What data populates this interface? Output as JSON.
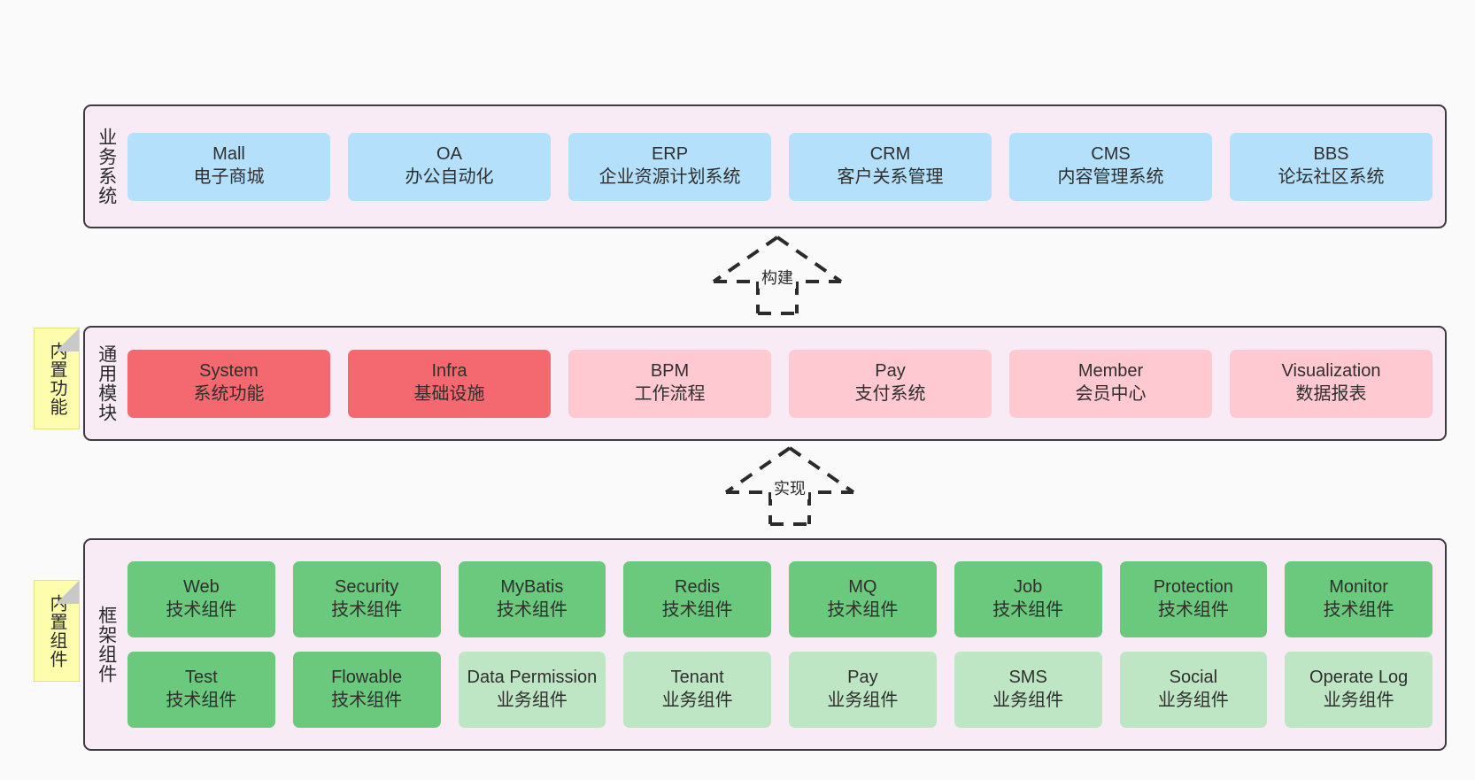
{
  "diagram": {
    "background_color": "#fafafa",
    "band_background": "#f8ebf5",
    "band_border": "#3d3a40"
  },
  "bands": [
    {
      "id": "business-systems",
      "label": "业务系统",
      "rows": [
        {
          "cards": [
            {
              "en": "Mall",
              "cn": "电子商城",
              "color": "#b5e0fb",
              "style": "c-blue"
            },
            {
              "en": "OA",
              "cn": "办公自动化",
              "color": "#b5e0fb",
              "style": "c-blue"
            },
            {
              "en": "ERP",
              "cn": "企业资源计划系统",
              "color": "#b5e0fb",
              "style": "c-blue"
            },
            {
              "en": "CRM",
              "cn": "客户关系管理",
              "color": "#b5e0fb",
              "style": "c-blue"
            },
            {
              "en": "CMS",
              "cn": "内容管理系统",
              "color": "#b5e0fb",
              "style": "c-blue"
            },
            {
              "en": "BBS",
              "cn": "论坛社区系统",
              "color": "#b5e0fb",
              "style": "c-blue"
            }
          ]
        }
      ]
    },
    {
      "id": "common-modules",
      "label": "通用模块",
      "sticky": "内置功能",
      "rows": [
        {
          "cards": [
            {
              "en": "System",
              "cn": "系统功能",
              "color": "#f4696f",
              "style": "c-red"
            },
            {
              "en": "Infra",
              "cn": "基础设施",
              "color": "#f4696f",
              "style": "c-red"
            },
            {
              "en": "BPM",
              "cn": "工作流程",
              "color": "#ffc9d2",
              "style": "c-pink"
            },
            {
              "en": "Pay",
              "cn": "支付系统",
              "color": "#ffc9d2",
              "style": "c-pink"
            },
            {
              "en": "Member",
              "cn": "会员中心",
              "color": "#ffc9d2",
              "style": "c-pink"
            },
            {
              "en": "Visualization",
              "cn": "数据报表",
              "color": "#ffc9d2",
              "style": "c-pink"
            }
          ]
        }
      ]
    },
    {
      "id": "framework-components",
      "label": "框架组件",
      "sticky": "内置组件",
      "rows": [
        {
          "cards": [
            {
              "en": "Web",
              "cn": "技术组件",
              "color": "#6ac97d",
              "style": "c-green"
            },
            {
              "en": "Security",
              "cn": "技术组件",
              "color": "#6ac97d",
              "style": "c-green"
            },
            {
              "en": "MyBatis",
              "cn": "技术组件",
              "color": "#6ac97d",
              "style": "c-green"
            },
            {
              "en": "Redis",
              "cn": "技术组件",
              "color": "#6ac97d",
              "style": "c-green"
            },
            {
              "en": "MQ",
              "cn": "技术组件",
              "color": "#6ac97d",
              "style": "c-green"
            },
            {
              "en": "Job",
              "cn": "技术组件",
              "color": "#6ac97d",
              "style": "c-green"
            },
            {
              "en": "Protection",
              "cn": "技术组件",
              "color": "#6ac97d",
              "style": "c-green"
            },
            {
              "en": "Monitor",
              "cn": "技术组件",
              "color": "#6ac97d",
              "style": "c-green"
            }
          ]
        },
        {
          "cards": [
            {
              "en": "Test",
              "cn": "技术组件",
              "color": "#6ac97d",
              "style": "c-green"
            },
            {
              "en": "Flowable",
              "cn": "技术组件",
              "color": "#6ac97d",
              "style": "c-green"
            },
            {
              "en": "Data Permission",
              "cn": "业务组件",
              "color": "#bee6c4",
              "style": "c-lightgreen"
            },
            {
              "en": "Tenant",
              "cn": "业务组件",
              "color": "#bee6c4",
              "style": "c-lightgreen"
            },
            {
              "en": "Pay",
              "cn": "业务组件",
              "color": "#bee6c4",
              "style": "c-lightgreen"
            },
            {
              "en": "SMS",
              "cn": "业务组件",
              "color": "#bee6c4",
              "style": "c-lightgreen"
            },
            {
              "en": "Social",
              "cn": "业务组件",
              "color": "#bee6c4",
              "style": "c-lightgreen"
            },
            {
              "en": "Operate Log",
              "cn": "业务组件",
              "color": "#bee6c4",
              "style": "c-lightgreen"
            }
          ]
        }
      ]
    }
  ],
  "arrows": [
    {
      "id": "arrow-build",
      "label": "构建"
    },
    {
      "id": "arrow-implement",
      "label": "实现"
    }
  ]
}
